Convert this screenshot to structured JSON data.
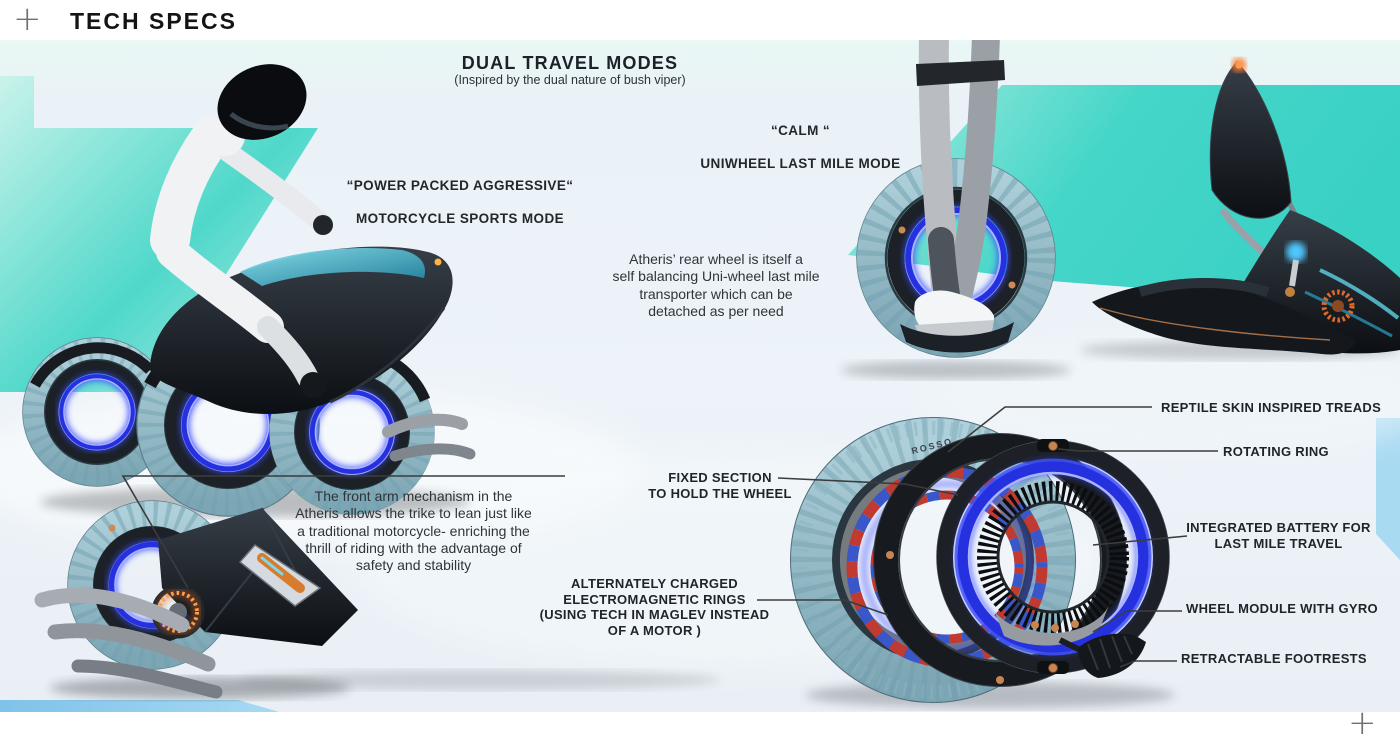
{
  "chrome": {
    "plus_glyph": "+"
  },
  "header": {
    "title": "TECH SPECS"
  },
  "hero": {
    "title": "DUAL TRAVEL MODES",
    "subtitle": "(Inspired by the dual nature of bush viper)"
  },
  "modes": {
    "sport": {
      "quote": "“POWER PACKED AGGRESSIVE“",
      "name": "MOTORCYCLE SPORTS MODE"
    },
    "calm": {
      "quote": "“CALM “",
      "name": "UNIWHEEL LAST MILE MODE"
    }
  },
  "notes": {
    "rear_wheel": "Atheris’ rear wheel is itself a\nself balancing Uni-wheel last mile\ntransporter which can be\ndetached as per need",
    "front_arm": "The front arm mechanism in the\nAtheris allows the trike to lean just like\na traditional motorcycle- enriching the\nthrill of riding with the advantage of\nsafety and stability"
  },
  "callouts": {
    "treads": "REPTILE SKIN INSPIRED TREADS",
    "rotating_ring": "ROTATING RING",
    "fixed_section": "FIXED SECTION\nTO HOLD THE WHEEL",
    "battery": "INTEGRATED BATTERY FOR\nLAST MILE TRAVEL",
    "electromagnetic": "ALTERNATELY CHARGED\nELECTROMAGNETIC RINGS\n(USING TECH IN MAGLEV INSTEAD\nOF A MOTOR )",
    "gyro": "WHEEL MODULE WITH GYRO",
    "footrests": "RETRACTABLE FOOTRESTS"
  },
  "tire_brand": "ROSSO",
  "colors": {
    "teal_accent": "#41d5c8",
    "glow_blue": "#2e3cf0",
    "light_blue_strip": "#9fd4ef",
    "mint": "#e9f6f2"
  }
}
